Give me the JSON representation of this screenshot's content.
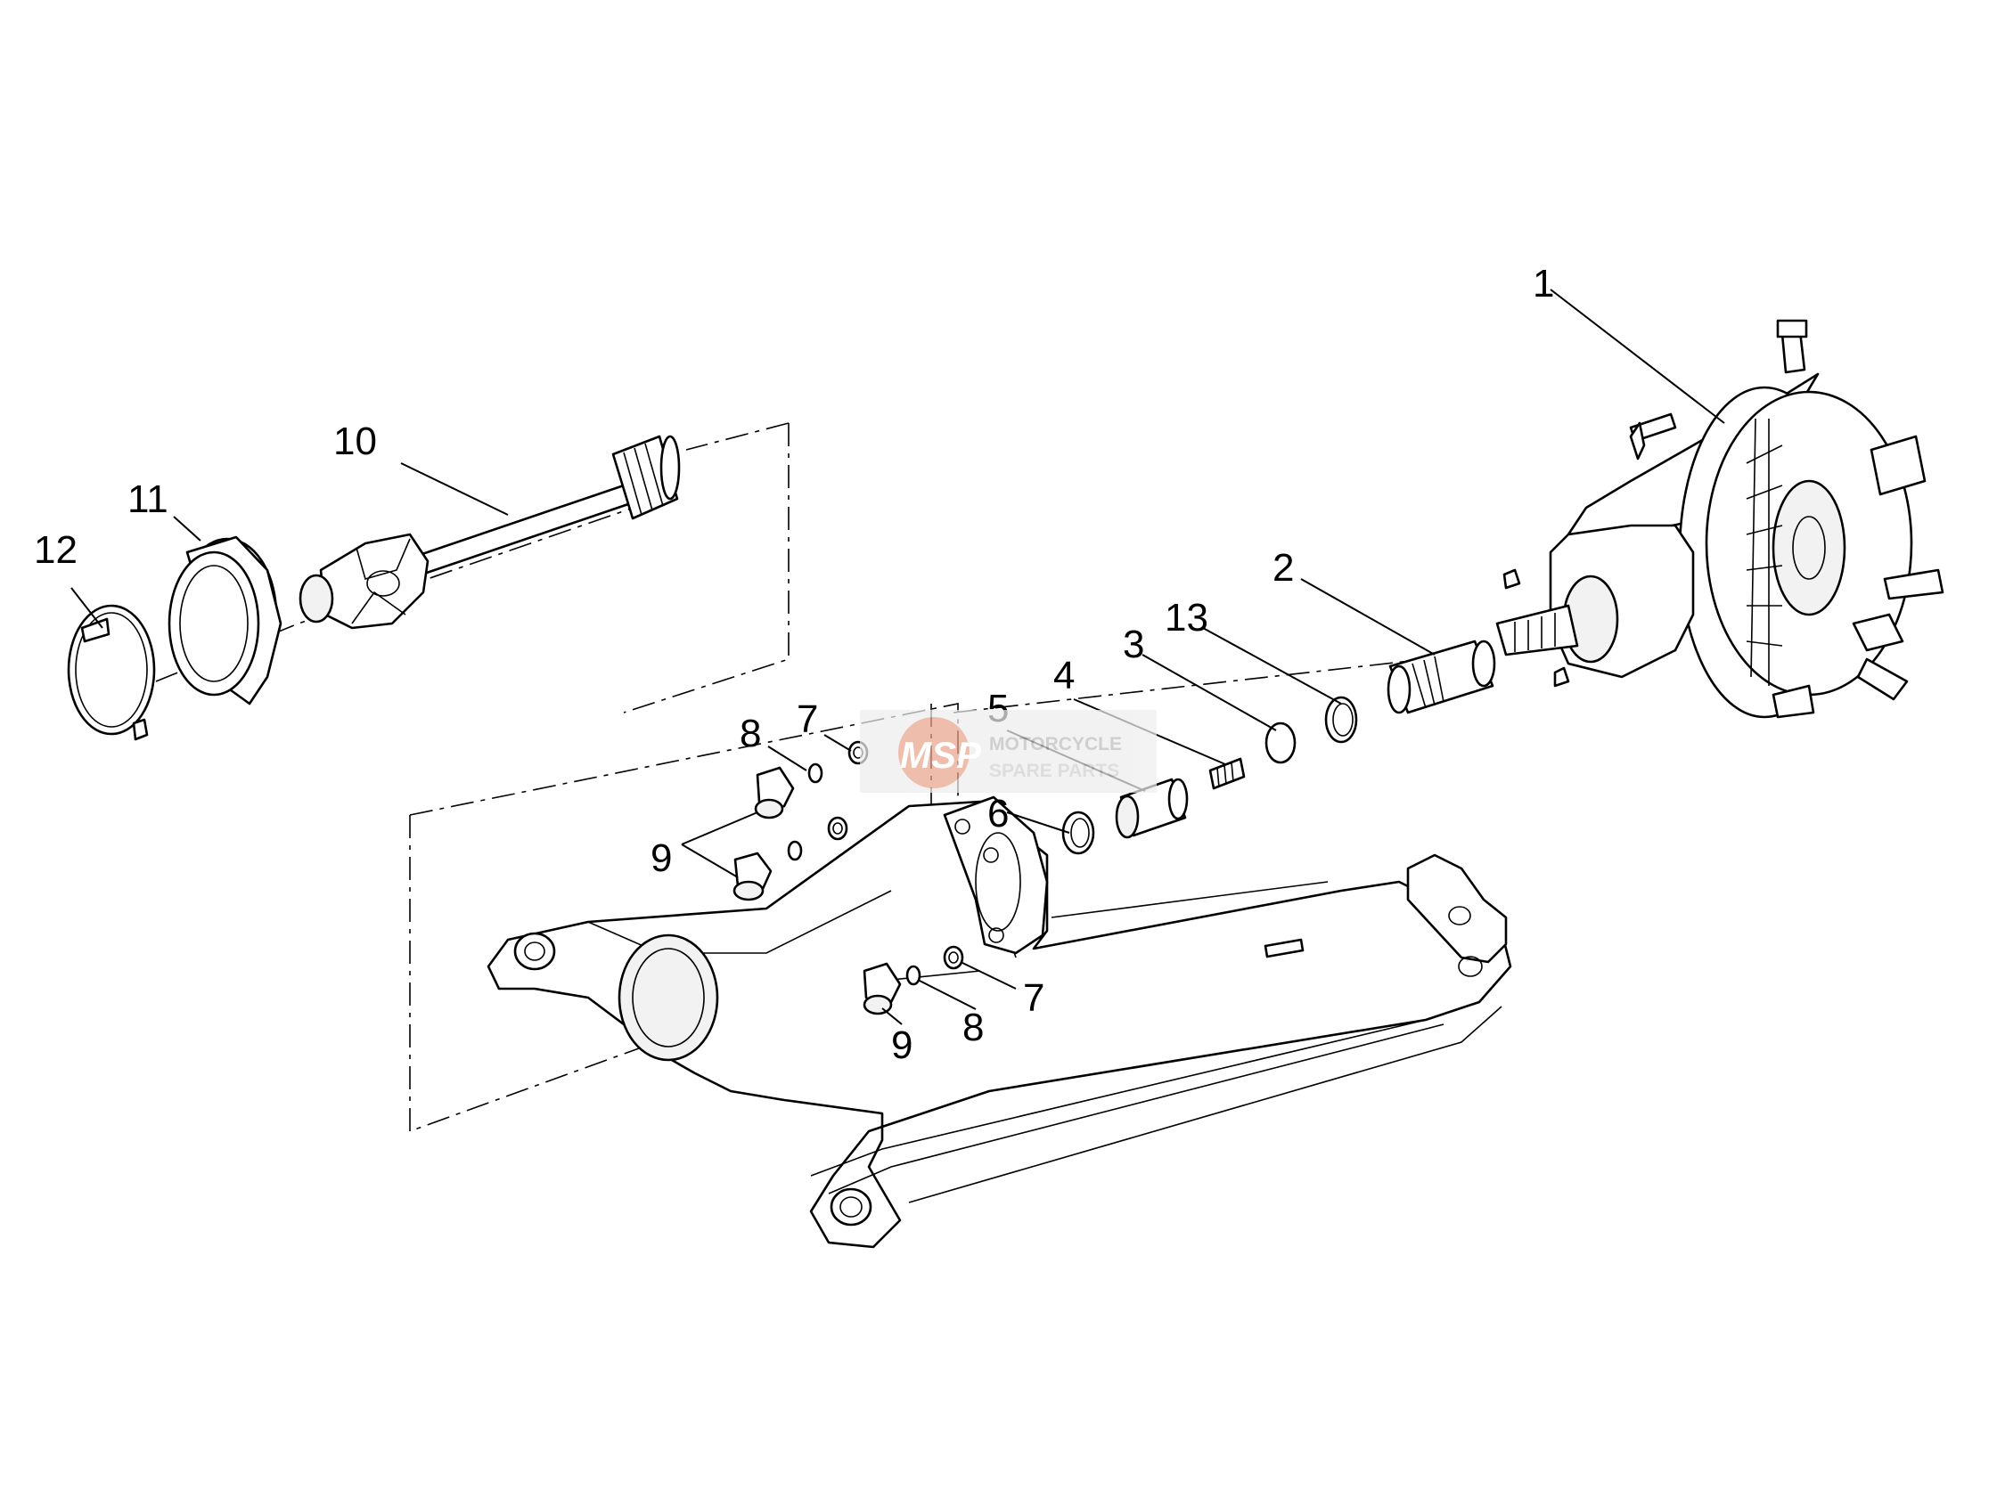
{
  "callouts": {
    "c1": "1",
    "c2": "2",
    "c3": "3",
    "c4": "4",
    "c5": "5",
    "c6": "6",
    "c7a": "7",
    "c7b": "7",
    "c8a": "8",
    "c8b": "8",
    "c9a": "9",
    "c9b": "9",
    "c10": "10",
    "c11": "11",
    "c12": "12",
    "c13": "13"
  },
  "watermark": {
    "logo": "MSP",
    "line1": "MOTORCYCLE",
    "line2": "SPARE PARTS",
    "accent": "#e8734a",
    "text_color": "#bdbdbd"
  },
  "colors": {
    "line": "#000000",
    "background": "#ffffff"
  }
}
